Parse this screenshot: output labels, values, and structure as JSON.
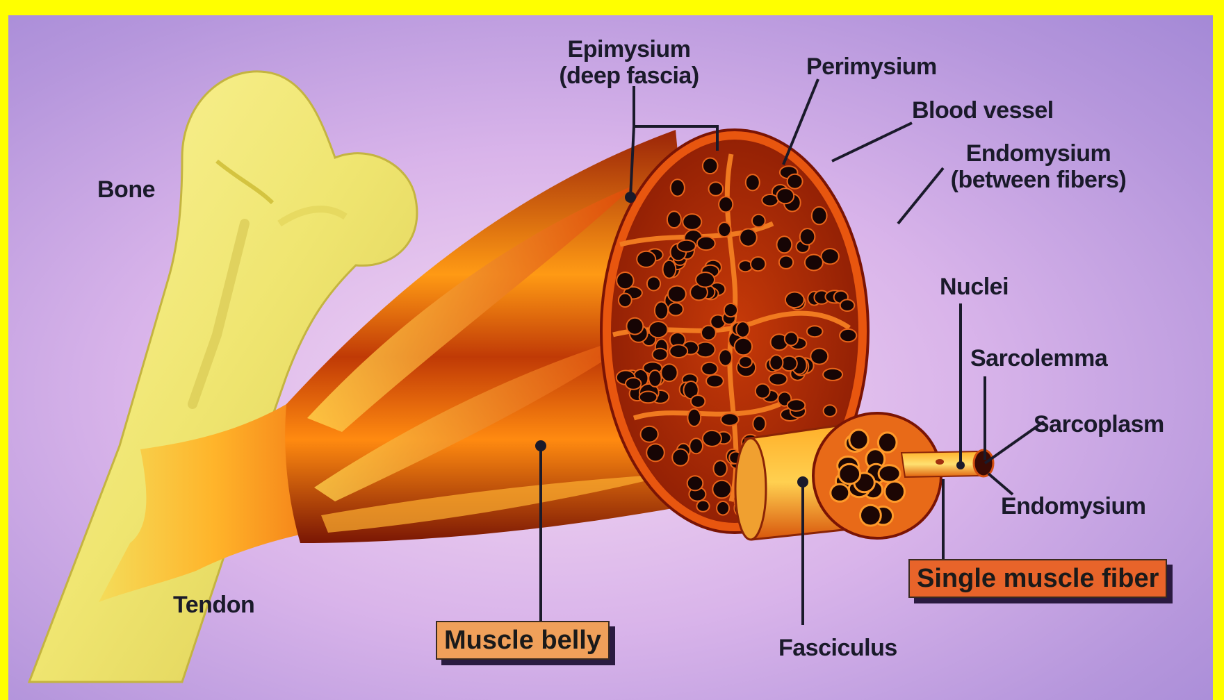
{
  "labels": {
    "bone": "Bone",
    "epimysium_line1": "Epimysium",
    "epimysium_line2": "(deep fascia)",
    "perimysium": "Perimysium",
    "blood_vessel": "Blood vessel",
    "endomysium_line1": "Endomysium",
    "endomysium_line2": "(between fibers)",
    "nuclei": "Nuclei",
    "sarcolemma": "Sarcolemma",
    "sarcoplasm": "Sarcoplasm",
    "endomysium_fiber": "Endomysium",
    "tendon": "Tendon",
    "fasciculus": "Fasciculus",
    "muscle_belly": "Muscle belly",
    "single_muscle_fiber": "Single muscle fiber"
  },
  "colors": {
    "background_frame": "#ffff00",
    "bone": "#f2ea7a",
    "muscle_dark": "#8a1a05",
    "muscle_light": "#ffa21a",
    "fiber_dark": "#160505",
    "connective": "#e8560f"
  }
}
